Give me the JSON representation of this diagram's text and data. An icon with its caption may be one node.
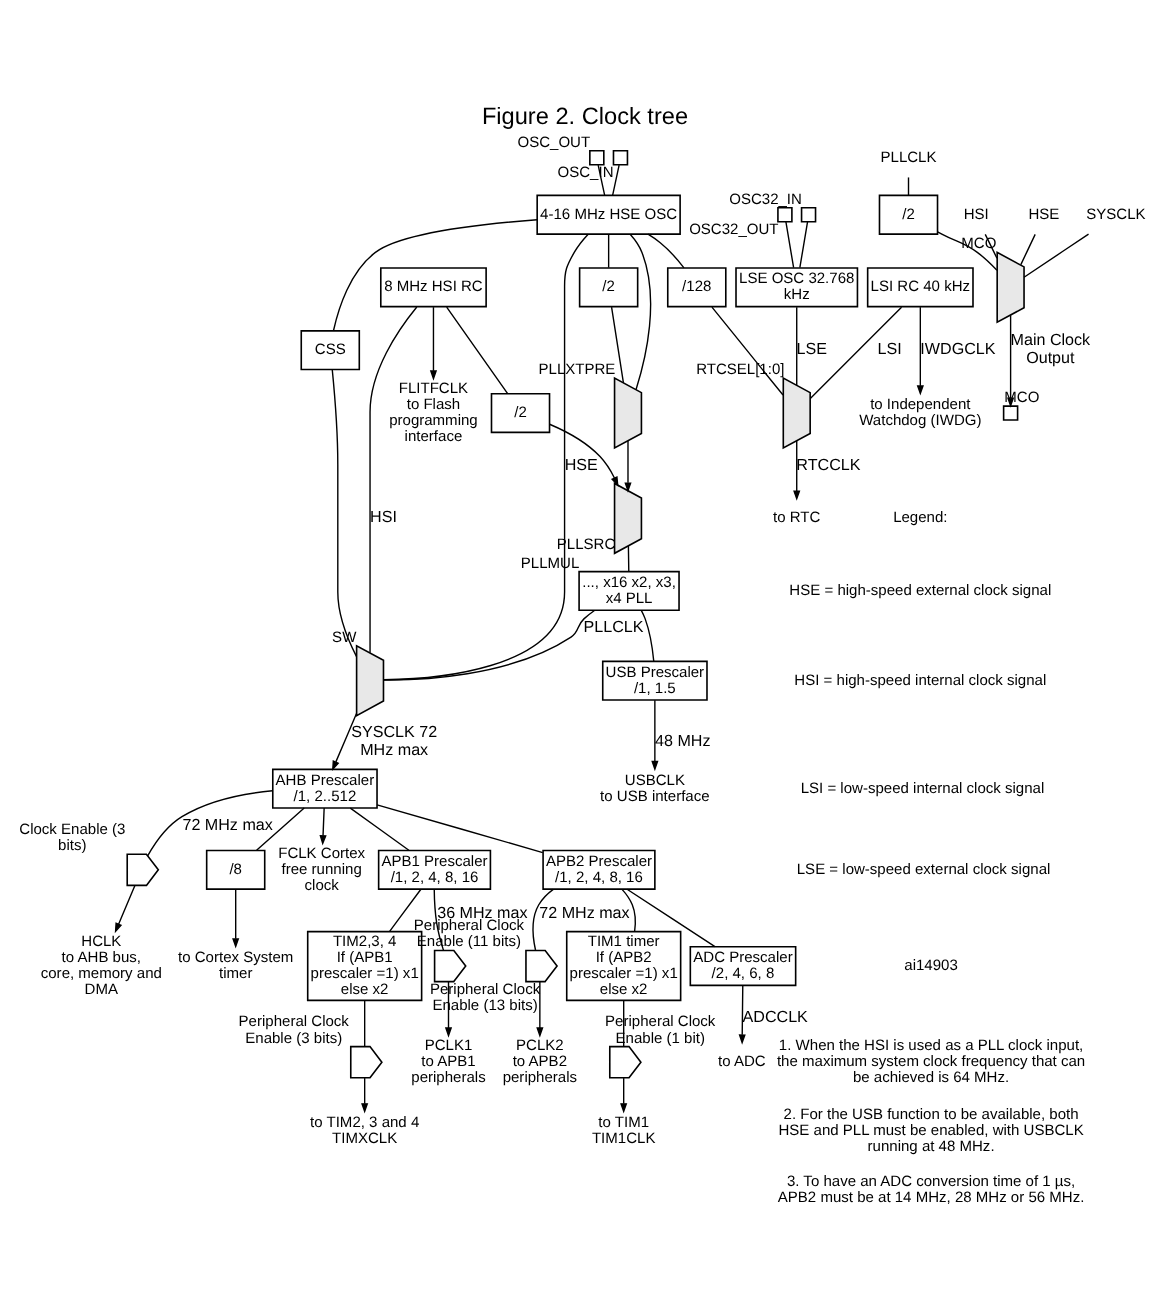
{
  "diagram": {
    "title": "Figure 2. Clock tree",
    "nodes": [
      {
        "text": [
          "8 MHz HSI RC"
        ]
      },
      {
        "text": [
          "/2"
        ]
      },
      {
        "text": [],
        "shape": "trapezium",
        "beside": [
          "PLLSRC"
        ]
      },
      {
        "text": [
          "..., x16 x2, x3, x4 PLL"
        ],
        "beside": [
          "PLLMUL"
        ]
      },
      {
        "text": [],
        "shape": "trapezium",
        "beside": [
          "SW"
        ]
      },
      {
        "text": [
          "AHB Prescaler /1, 2..512"
        ]
      },
      {
        "text": [
          "USB Prescaler /1, 1.5"
        ]
      },
      {
        "text": [
          "FLITFCLK",
          "to Flash programming interface"
        ]
      },
      {
        "text": [
          "USBCLK",
          "to USB interface"
        ]
      },
      {
        "text": [
          "CSS"
        ]
      },
      {
        "text": [],
        "shape": "gate",
        "beside": [
          "Clock Enable (3 bits)"
        ]
      },
      {
        "text": [
          "HCLK",
          "to AHB bus, core, memory and DMA"
        ]
      },
      {
        "text": [
          "/8"
        ]
      },
      {
        "text": [
          "to Cortex System timer"
        ]
      },
      {
        "text": [
          "FCLK Cortex",
          "free running clock"
        ]
      },
      {
        "text": [
          "APB1 Prescaler /1, 2, 4, 8, 16"
        ]
      },
      {
        "text": [],
        "shape": "gate",
        "beside": [
          "Peripheral Clock Enable (13 bits)"
        ]
      },
      {
        "text": [
          "PCLK1",
          "to APB1 peripherals"
        ]
      },
      {
        "text": [
          "TIM2,3, 4",
          "If (APB1 prescaler =1) x1 else x2"
        ]
      },
      {
        "text": [],
        "shape": "gate",
        "beside": [
          "Peripheral Clock Enable (3 bits)"
        ]
      },
      {
        "text": [
          "to TIM2, 3 and 4",
          "TIMXCLK"
        ]
      },
      {
        "text": [
          "APB2 Prescaler /1, 2, 4, 8, 16"
        ]
      },
      {
        "text": [],
        "shape": "gate",
        "beside": [
          "Peripheral Clock Enable (11 bits)"
        ]
      },
      {
        "text": [
          "PCLK2",
          "to APB2 peripherals"
        ]
      },
      {
        "text": [
          "TIM1 timer",
          "If (APB2 prescaler =1) x1 else x2"
        ]
      },
      {
        "text": [],
        "shape": "gate",
        "beside": [
          "Peripheral Clock Enable (1 bit)"
        ]
      },
      {
        "text": [
          "to TIM1",
          "TIM1CLK"
        ]
      },
      {
        "text": [
          "ADC Prescaler /2, 4, 6, 8"
        ]
      },
      {
        "text": [
          "to ADC"
        ]
      },
      {
        "text": [],
        "shape": "box",
        "beside": [
          "OSC_OUT"
        ]
      },
      {
        "text": [],
        "shape": "box",
        "beside": [
          "OSC_IN"
        ]
      },
      {
        "text": [
          "4-16 MHz HSE OSC"
        ]
      },
      {
        "text": [
          "/2"
        ]
      },
      {
        "text": [],
        "shape": "trapezium",
        "beside": [
          "PLLXTPRE"
        ]
      },
      {
        "text": [
          "/128"
        ]
      },
      {
        "text": [],
        "shape": "box",
        "beside": [
          "OSC32_IN"
        ]
      },
      {
        "text": [],
        "shape": "box",
        "beside": [
          "OSC32_OUT"
        ]
      },
      {
        "text": [
          "LSE OSC 32.768 kHz"
        ]
      },
      {
        "text": [],
        "shape": "trapezium",
        "beside": [
          "RTCSEL[1:0]"
        ]
      },
      {
        "text": [
          "to RTC"
        ]
      },
      {
        "text": [
          "LSI RC 40 kHz"
        ]
      },
      {
        "text": [
          "to Independent Watchdog (IWDG)"
        ]
      },
      {
        "text": [],
        "shape": "box",
        "beside": [
          "MCO"
        ]
      },
      {
        "text": [],
        "shape": "trapezium",
        "beside": [
          "MCO"
        ]
      },
      {
        "text": [
          "/2"
        ]
      },
      {
        "text": [
          "PLLCLK"
        ]
      },
      {
        "text": [
          "HSI"
        ]
      },
      {
        "text": [
          "HSE"
        ]
      },
      {
        "text": [
          "SYSCLK"
        ]
      }
    ],
    "edges": [
      {
        "from": 0,
        "to": 7,
        "arrow": "to"
      },
      {
        "from": 0,
        "to": 4,
        "arrow": "none",
        "label": "HSI"
      },
      {
        "from": 0,
        "to": 1,
        "arrow": "none"
      },
      {
        "from": 1,
        "to": 2,
        "arrow": "to"
      },
      {
        "from": 31,
        "to": 33,
        "arrow": "none"
      },
      {
        "from": 31,
        "to": 32,
        "arrow": "none"
      },
      {
        "from": 32,
        "to": 33,
        "arrow": "none"
      },
      {
        "from": 33,
        "to": 2,
        "arrow": "to"
      },
      {
        "from": 31,
        "to": 4,
        "arrow": "none",
        "label": "HSE"
      },
      {
        "from": 31,
        "to": 34,
        "arrow": "none"
      },
      {
        "from": 31,
        "to": 9,
        "arrow": "none"
      },
      {
        "from": 9,
        "to": 4,
        "arrow": "none"
      },
      {
        "from": 2,
        "to": 3,
        "arrow": "none"
      },
      {
        "from": 3,
        "to": 4,
        "arrow": "none",
        "label": "PLLCLK"
      },
      {
        "from": 3,
        "to": 6,
        "arrow": "none"
      },
      {
        "from": 6,
        "to": 8,
        "arrow": "to",
        "label": "48 MHz"
      },
      {
        "from": 4,
        "to": 5,
        "arrow": "to",
        "label": "SYSCLK 72 MHz max"
      },
      {
        "from": 5,
        "to": 10,
        "arrow": "none",
        "label": "72 MHz max"
      },
      {
        "from": 10,
        "to": 11,
        "arrow": "to"
      },
      {
        "from": 5,
        "to": 12,
        "arrow": "none"
      },
      {
        "from": 12,
        "to": 13,
        "arrow": "to"
      },
      {
        "from": 5,
        "to": 14,
        "arrow": "to"
      },
      {
        "from": 5,
        "to": 15,
        "arrow": "none"
      },
      {
        "from": 15,
        "to": 16,
        "arrow": "none",
        "label": "36 MHz max"
      },
      {
        "from": 16,
        "to": 17,
        "arrow": "to"
      },
      {
        "from": 15,
        "to": 18,
        "arrow": "none"
      },
      {
        "from": 18,
        "to": 19,
        "arrow": "none"
      },
      {
        "from": 19,
        "to": 20,
        "arrow": "to"
      },
      {
        "from": 5,
        "to": 21,
        "arrow": "none"
      },
      {
        "from": 21,
        "to": 22,
        "arrow": "none",
        "label": "72 MHz max"
      },
      {
        "from": 22,
        "to": 23,
        "arrow": "to"
      },
      {
        "from": 21,
        "to": 24,
        "arrow": "none"
      },
      {
        "from": 24,
        "to": 25,
        "arrow": "none"
      },
      {
        "from": 25,
        "to": 26,
        "arrow": "to"
      },
      {
        "from": 21,
        "to": 27,
        "arrow": "none"
      },
      {
        "from": 27,
        "to": 28,
        "arrow": "to",
        "label": "ADCCLK"
      },
      {
        "from": 29,
        "to": 31,
        "arrow": "none"
      },
      {
        "from": 30,
        "to": 31,
        "arrow": "none"
      },
      {
        "from": 35,
        "to": 37,
        "arrow": "none"
      },
      {
        "from": 36,
        "to": 37,
        "arrow": "none"
      },
      {
        "from": 34,
        "to": 38,
        "arrow": "none"
      },
      {
        "from": 37,
        "to": 38,
        "arrow": "none",
        "label": "LSE"
      },
      {
        "from": 40,
        "to": 38,
        "arrow": "none",
        "label": "LSI"
      },
      {
        "from": 38,
        "to": 39,
        "arrow": "to",
        "label": "RTCCLK"
      },
      {
        "from": 40,
        "to": 41,
        "arrow": "to",
        "label": "IWDGCLK"
      },
      {
        "from": 45,
        "to": 44,
        "arrow": "none"
      },
      {
        "from": 44,
        "to": 43,
        "arrow": "none"
      },
      {
        "from": 46,
        "to": 43,
        "arrow": "none"
      },
      {
        "from": 47,
        "to": 43,
        "arrow": "none"
      },
      {
        "from": 48,
        "to": 43,
        "arrow": "none"
      },
      {
        "from": 43,
        "to": 42,
        "arrow": "to",
        "label": "Main Clock Output"
      }
    ],
    "labels": [
      "Legend:",
      "ai14903",
      "1. When the HSI is used as a PLL clock input, the maximum system clock frequency that can be achieved is 64 MHz.",
      "2. For the USB function to be available, both HSE and PLL must be enabled, with USBCLK running at 48 MHz.",
      "3. To have an ADC conversion time of 1 µs, APB2 must be at 14 MHz, 28 MHz or 56 MHz."
    ],
    "legend": [
      {
        "text": "HSE = high-speed external clock signal"
      },
      {
        "text": "HSI = high-speed internal clock signal"
      },
      {
        "text": "LSI = low-speed internal clock signal"
      },
      {
        "text": "LSE = low-speed external clock signal"
      }
    ]
  }
}
